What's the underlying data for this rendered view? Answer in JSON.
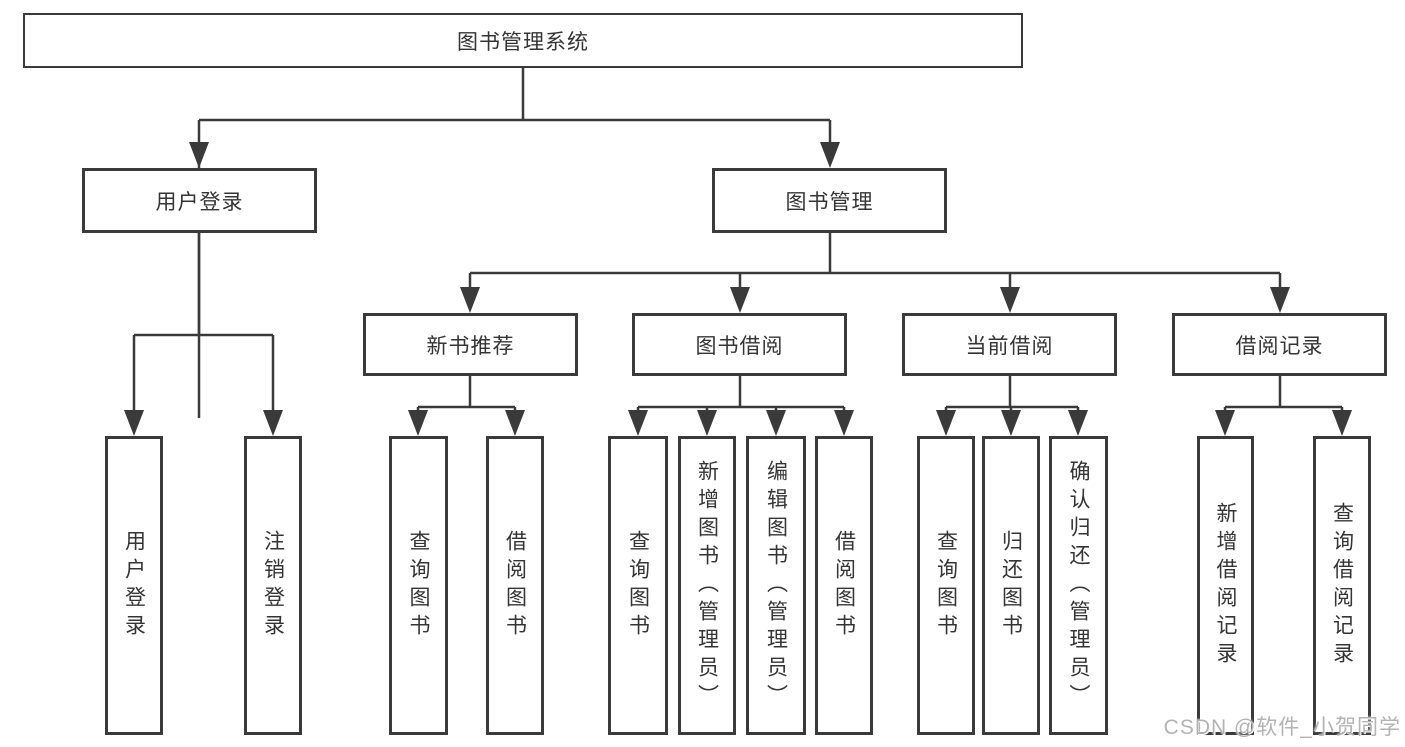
{
  "diagram": {
    "nodes": {
      "root": "图书管理系统",
      "user_login": "用户登录",
      "book_management": "图书管理",
      "new_book_recommend": "新书推荐",
      "book_borrowing": "图书借阅",
      "current_borrowing": "当前借阅",
      "borrowing_records": "借阅记录",
      "leaf_user_login": "用户登录",
      "leaf_logout": "注销登录",
      "leaf_nbr_query_books": "查询图书",
      "leaf_nbr_borrow_books": "借阅图书",
      "leaf_bb_query_books": "查询图书",
      "leaf_bb_add_books": "新增图书（管理员）",
      "leaf_bb_edit_books": "编辑图书（管理员）",
      "leaf_bb_borrow_books": "借阅图书",
      "leaf_cb_query_books": "查询图书",
      "leaf_cb_return_books": "归还图书",
      "leaf_cb_confirm_return": "确认归还（管理员）",
      "leaf_br_add_record": "新增借阅记录",
      "leaf_br_query_record": "查询借阅记录"
    }
  },
  "watermark": "CSDN @软件_小贺同学",
  "colors": {
    "line": "#3a3a3a",
    "text": "#343434",
    "background": "#ffffff",
    "watermark": "#b3b3b3"
  }
}
